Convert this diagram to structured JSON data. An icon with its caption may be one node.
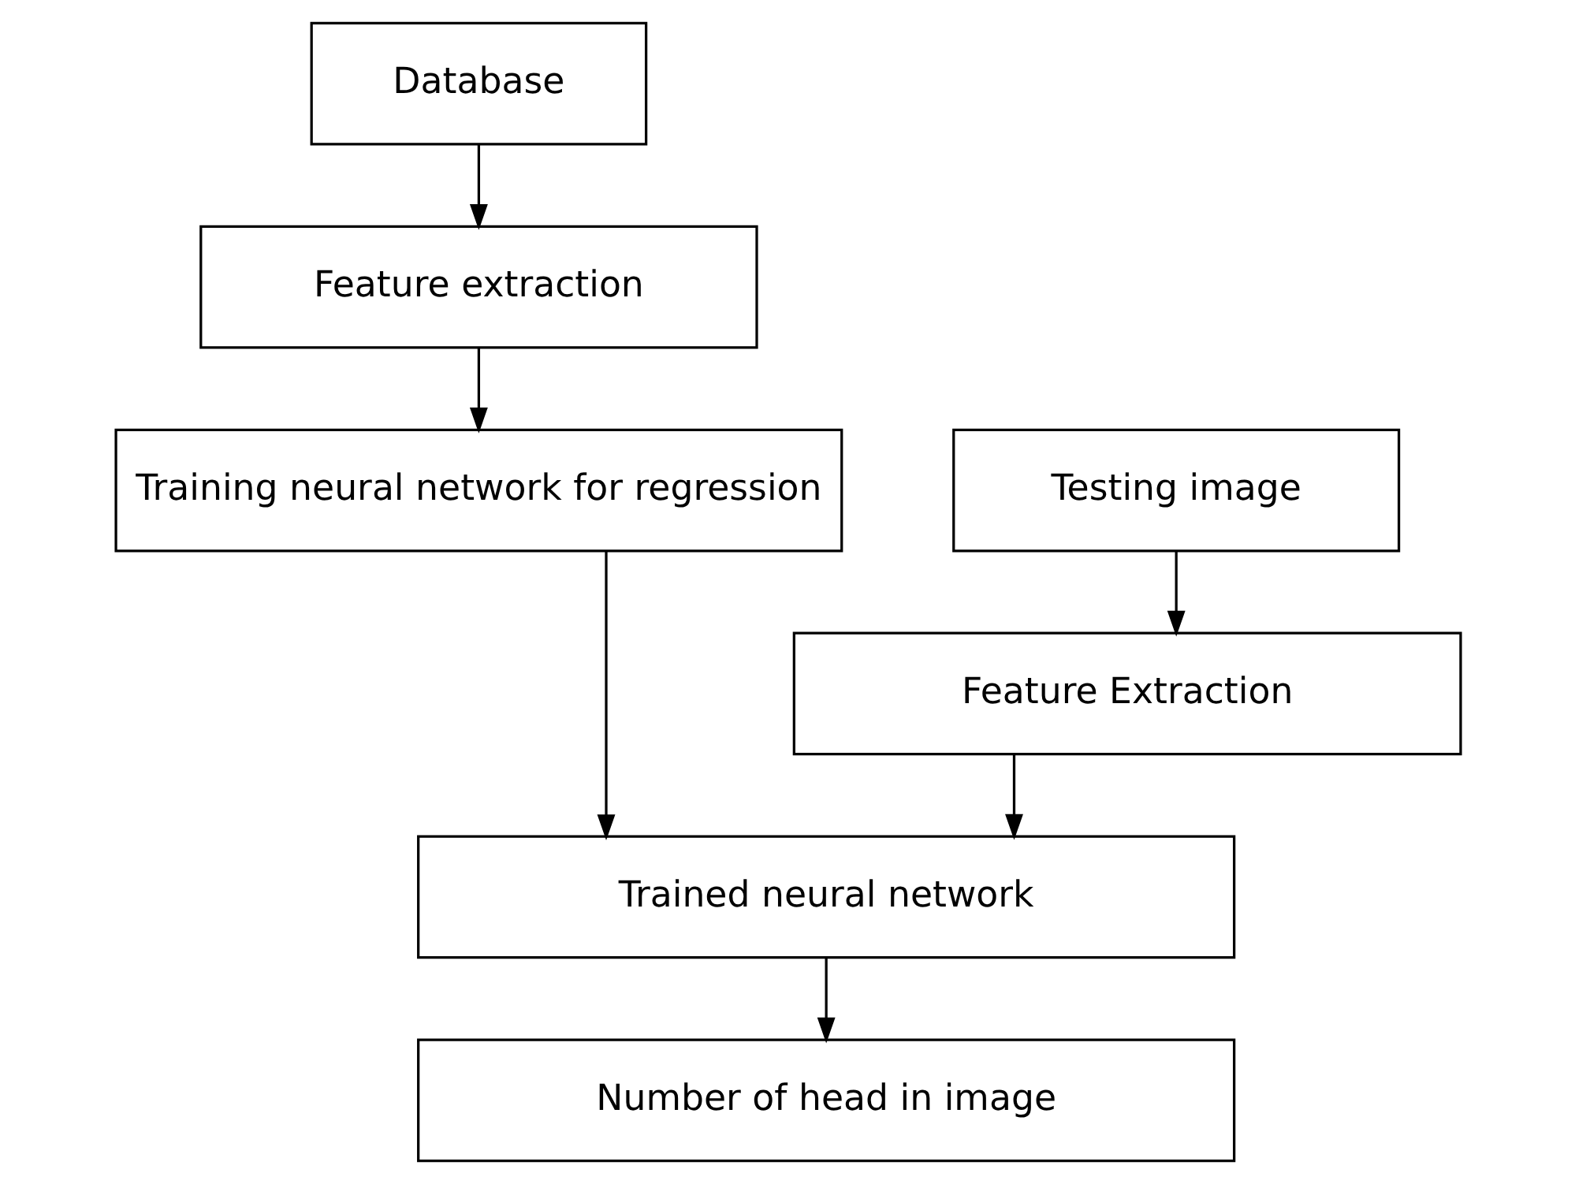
{
  "diagram": {
    "nodes": [
      {
        "text": [
          "Database"
        ]
      },
      {
        "text": [
          "Feature extraction"
        ]
      },
      {
        "text": [
          "Training neural network for regression"
        ]
      },
      {
        "text": [
          "Testing image"
        ]
      },
      {
        "text": [
          "Feature Extraction"
        ]
      },
      {
        "text": [
          "Trained neural network"
        ]
      },
      {
        "text": [
          "Number of head in image"
        ]
      }
    ],
    "edges": [
      {
        "from": 0,
        "to": 1,
        "arrow": "to"
      },
      {
        "from": 1,
        "to": 2,
        "arrow": "to"
      },
      {
        "from": 3,
        "to": 4,
        "arrow": "to"
      },
      {
        "from": 2,
        "to": 5,
        "arrow": "to"
      },
      {
        "from": 4,
        "to": 5,
        "arrow": "to"
      },
      {
        "from": 5,
        "to": 6,
        "arrow": "to"
      }
    ]
  }
}
